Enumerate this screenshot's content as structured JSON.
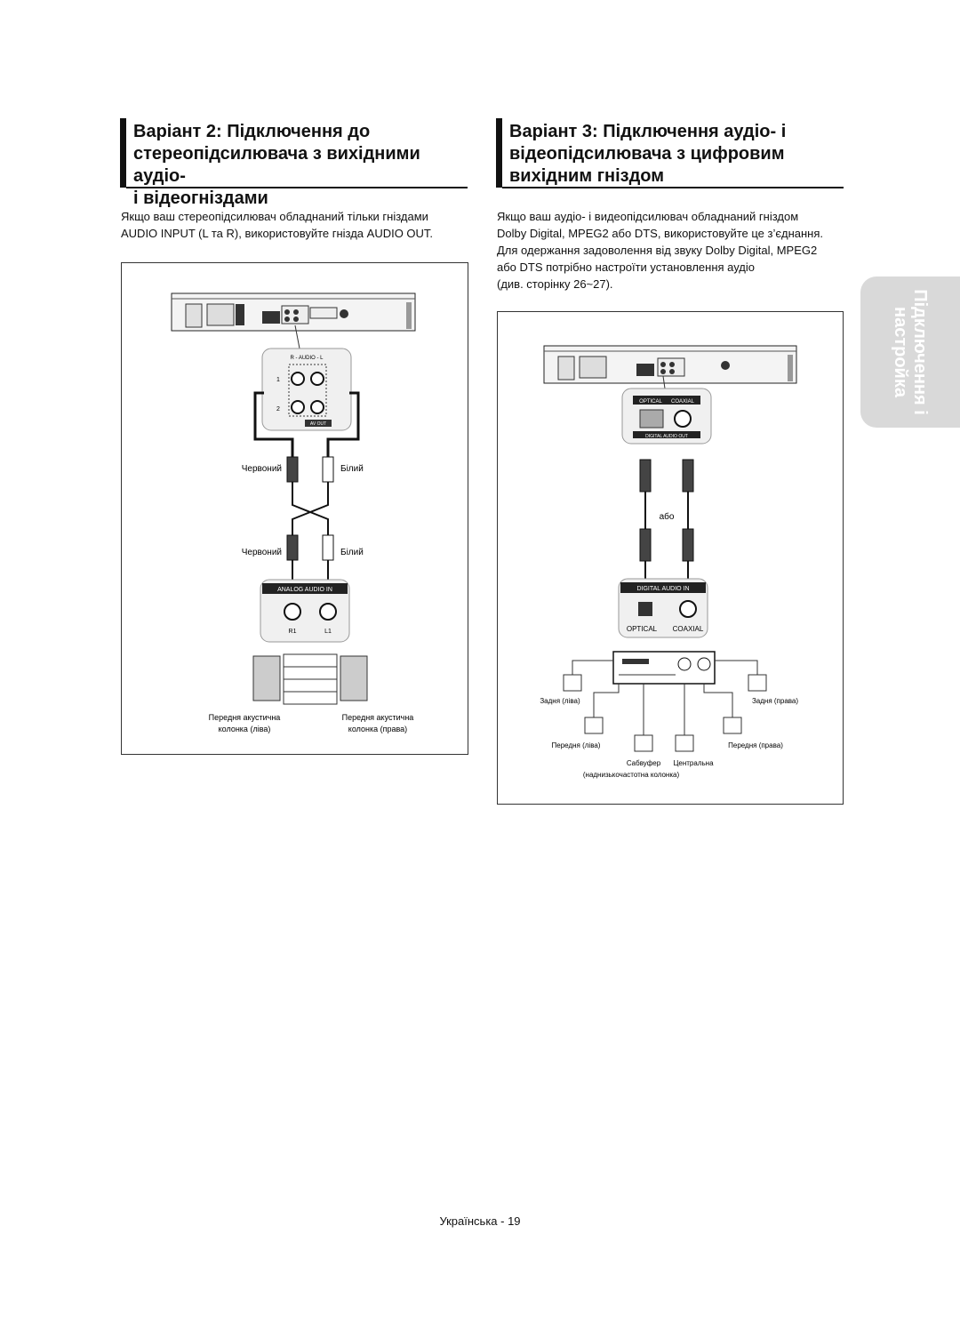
{
  "left": {
    "heading_lines": [
      "Варіант 2: Підключення до",
      "стереопідсилювача з вихідними аудіо-",
      "і відеогніздами"
    ],
    "paragraph_lines": [
      "Якщо ваш стереопідсилювач обладнаний тільки гніздами",
      "AUDIO INPUT (L та R), використовуйте гнізда AUDIO OUT."
    ],
    "diagram": {
      "audio_label": "R - AUDIO - L",
      "jack_row_1": "1",
      "jack_row_2": "2",
      "av_out_label": "AV OUT",
      "red_label_1": "Червоний",
      "white_label_1": "Білий",
      "red_label_2": "Червоний",
      "white_label_2": "Білий",
      "analog_audio_in": "ANALOG   AUDIO IN",
      "r1_label": "R1",
      "l1_label": "L1",
      "front_left_line1": "Передня акустична",
      "front_left_line2": "колонка (ліва)",
      "front_right_line1": "Передня акустична",
      "front_right_line2": "колонка (права)"
    }
  },
  "right": {
    "heading_lines": [
      "Варіант 3: Підключення аудіо- і",
      "відеопідсилювача з цифровим",
      "вихідним гніздом"
    ],
    "paragraph_lines": [
      "Якщо ваш аудіо- і видеопідсилювач обладнаний гніздом",
      "Dolby Digital, MPEG2 або DTS, використовуйте це з’єднання.",
      "Для одержання задоволення від звуку Dolby Digital, MPEG2",
      "або DTS потрібно настроїти установлення аудіо",
      "(див. сторінку 26~27)."
    ],
    "diagram": {
      "optical_top": "OPTICAL",
      "coaxial_top": "COAXIAL",
      "digital_audio_out": "DIGITAL AUDIO OUT",
      "or_label": "або",
      "digital_audio_in": "DIGITAL AUDIO IN",
      "optical_bottom": "OPTICAL",
      "coaxial_bottom": "COAXIAL",
      "rear_left": "Задня (ліва)",
      "rear_right": "Задня (права)",
      "front_left": "Передня (ліва)",
      "front_right": "Передня (права)",
      "subwoofer": "Сабвуфер",
      "subwoofer_note": "(наднизькочастотна колонка)",
      "center": "Центральна"
    }
  },
  "side_tab": {
    "line1": "Підключення і",
    "line2": "настройка"
  },
  "footer": {
    "page_label": "Українська - 19"
  },
  "colors": {
    "text": "#111111",
    "tab_background": "#d9d9d9",
    "tab_text": "#ffffff"
  }
}
